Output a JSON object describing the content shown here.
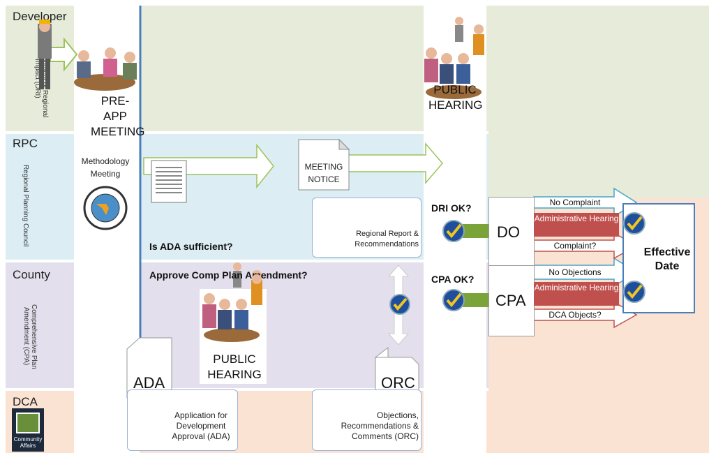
{
  "lanes": {
    "developer": {
      "title": "Developer",
      "subtitle": "Development of Regional Impact (DRI)"
    },
    "rpc": {
      "title": "RPC",
      "subtitle": "Regional Planning Council"
    },
    "county": {
      "title": "County",
      "subtitle": "Comprehensive Plan Amendment (CPA)"
    },
    "dca": {
      "title": "DCA",
      "logo_text": "Community Affairs"
    }
  },
  "steps": {
    "pre_app": "PRE-APP MEETING",
    "methodology": "Methodology Meeting",
    "meeting_notice": "MEETING NOTICE",
    "public_hearing_top": "PUBLIC HEARING",
    "regional_report": "Regional Report & Recommendations",
    "is_ada_sufficient": "Is ADA sufficient?",
    "approve_cpa": "Approve Comp Plan Amendment?",
    "public_hearing_county": "PUBLIC HEARING",
    "ada_doc": "ADA",
    "ada_desc": "Application for Development Approval (ADA)",
    "orc_doc": "ORC",
    "orc_desc": "Objections, Recommendations & Comments (ORC)",
    "dri_ok": "DRI OK?",
    "cpa_ok": "CPA OK?",
    "do_label": "DO",
    "cpa_label": "CPA",
    "no_complaint": "No Complaint",
    "admin_hearing_1": "Administrative Hearing",
    "complaint": "Complaint?",
    "no_objections": "No Objections",
    "admin_hearing_2": "Administrative Hearing",
    "dca_objects": "DCA Objects?",
    "effective_date": "Effective Date"
  },
  "colors": {
    "developer_bg": "#e6ecd9",
    "rpc_bg": "#dceef4",
    "county_bg": "#e4dfec",
    "dca_bg": "#fbe3d3",
    "accent_blue": "#4a7ebb",
    "admin_red": "#c0504d",
    "check_blue": "#1f4e9c",
    "green_arrow": "#7aa33a"
  }
}
